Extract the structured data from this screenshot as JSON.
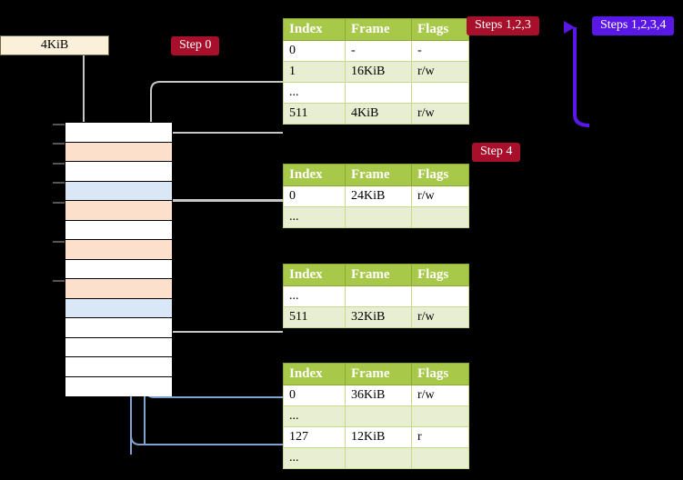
{
  "diagram": {
    "title": "page-table-walk",
    "colors": {
      "header_green": "#a8c84a",
      "alt_row": "#e8eed2",
      "highlight_yellow": "#fbfb9c",
      "badge_red": "#a80f2a",
      "badge_blue": "#5a18e8",
      "grid_orange": "#fde0cb",
      "grid_blue": "#dae7f7",
      "kib_box": "#fbf0d9",
      "connector_gray": "#bfbfbf",
      "connector_blue": "#8fb0d8",
      "background": "#000000"
    }
  },
  "frame_box": {
    "label": "4KiB"
  },
  "badges": {
    "step0": "Step 0",
    "step4": "Step 4",
    "steps123": "Steps 1,2,3",
    "steps1234": "Steps 1,2,3,4"
  },
  "columns": {
    "index": "Index",
    "frame": "Frame",
    "flags": "Flags"
  },
  "tables": [
    {
      "name": "level-4-table",
      "rows": [
        {
          "index": "0",
          "frame": "-",
          "flags": "-",
          "alt": false,
          "highlight": false
        },
        {
          "index": "1",
          "frame": "16KiB",
          "flags": "r/w",
          "alt": true,
          "highlight": false
        },
        {
          "index": "...",
          "frame": "",
          "flags": "",
          "alt": false,
          "highlight": false
        },
        {
          "index": "511",
          "frame": "4KiB",
          "flags": "r/w",
          "alt": true,
          "highlight": true
        }
      ]
    },
    {
      "name": "level-3-table",
      "rows": [
        {
          "index": "0",
          "frame": "24KiB",
          "flags": "r/w",
          "alt": false,
          "highlight": false
        },
        {
          "index": "...",
          "frame": "",
          "flags": "",
          "alt": true,
          "highlight": false
        }
      ]
    },
    {
      "name": "level-2-table",
      "rows": [
        {
          "index": "...",
          "frame": "",
          "flags": "",
          "alt": false,
          "highlight": false
        },
        {
          "index": "511",
          "frame": "32KiB",
          "flags": "r/w",
          "alt": true,
          "highlight": false
        }
      ]
    },
    {
      "name": "level-1-table",
      "rows": [
        {
          "index": "0",
          "frame": "36KiB",
          "flags": "r/w",
          "alt": false,
          "highlight": false
        },
        {
          "index": "...",
          "frame": "",
          "flags": "",
          "alt": true,
          "highlight": false
        },
        {
          "index": "127",
          "frame": "12KiB",
          "flags": "r",
          "alt": false,
          "highlight": false
        },
        {
          "index": "...",
          "frame": "",
          "flags": "",
          "alt": true,
          "highlight": false
        }
      ]
    }
  ],
  "memory_grid": {
    "name": "physical-memory-frames",
    "rows": [
      {
        "fill": "white"
      },
      {
        "fill": "orange"
      },
      {
        "fill": "white"
      },
      {
        "fill": "blue"
      },
      {
        "fill": "orange"
      },
      {
        "fill": "white"
      },
      {
        "fill": "orange"
      },
      {
        "fill": "white"
      },
      {
        "fill": "orange"
      },
      {
        "fill": "blue"
      },
      {
        "fill": "white"
      },
      {
        "fill": "white"
      },
      {
        "fill": "white"
      },
      {
        "fill": "white"
      }
    ]
  }
}
